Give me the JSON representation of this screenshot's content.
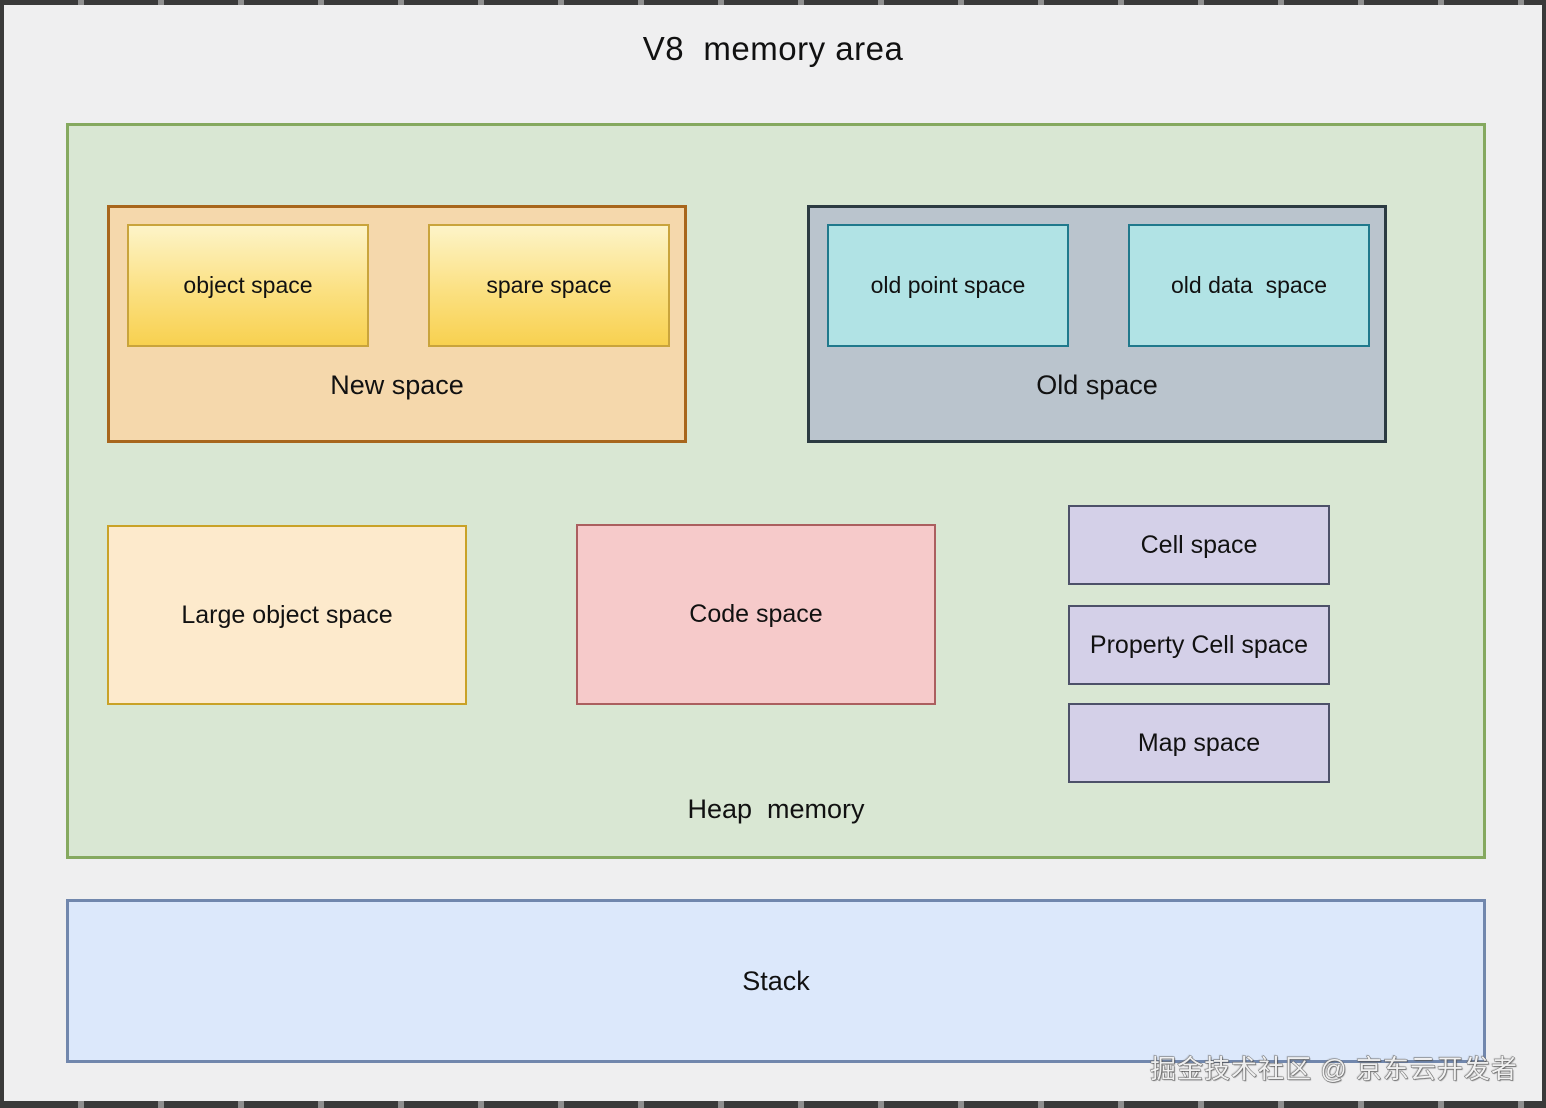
{
  "title": "V8  memory area",
  "heap": {
    "label": "Heap  memory",
    "new_space": {
      "label": "New space",
      "children": [
        {
          "label": "object space"
        },
        {
          "label": "spare space"
        }
      ]
    },
    "old_space": {
      "label": "Old space",
      "children": [
        {
          "label": "old point space"
        },
        {
          "label": "old data  space"
        }
      ]
    },
    "large_object_space": {
      "label": "Large object space"
    },
    "code_space": {
      "label": "Code space"
    },
    "cell_space": {
      "label": "Cell space"
    },
    "property_cell_space": {
      "label": "Property Cell space"
    },
    "map_space": {
      "label": "Map space"
    }
  },
  "stack": {
    "label": "Stack"
  },
  "watermark": "掘金技术社区 @ 京东云开发者",
  "colors": {
    "page_background": "#efeff0",
    "outer_frame": "#3a3a3a",
    "heap_fill": "#d9e7d3",
    "heap_border": "#85a95f",
    "new_space_fill": "#f5d8ac",
    "new_space_border": "#a8661c",
    "semi_space_fill_top": "#fdf4c8",
    "semi_space_fill_bottom": "#f8d150",
    "semi_space_border": "#c9a43c",
    "old_space_fill": "#bac4cd",
    "old_space_border": "#2c3b42",
    "old_sub_fill": "#b1e3e5",
    "old_sub_border": "#20798c",
    "large_object_fill": "#fdeacc",
    "large_object_border": "#c9a227",
    "code_fill": "#f6caca",
    "code_border": "#ab5f5f",
    "cell_fill": "#d4d0e8",
    "cell_border": "#4d5169",
    "stack_fill": "#dce8fb",
    "stack_border": "#7187ad"
  }
}
